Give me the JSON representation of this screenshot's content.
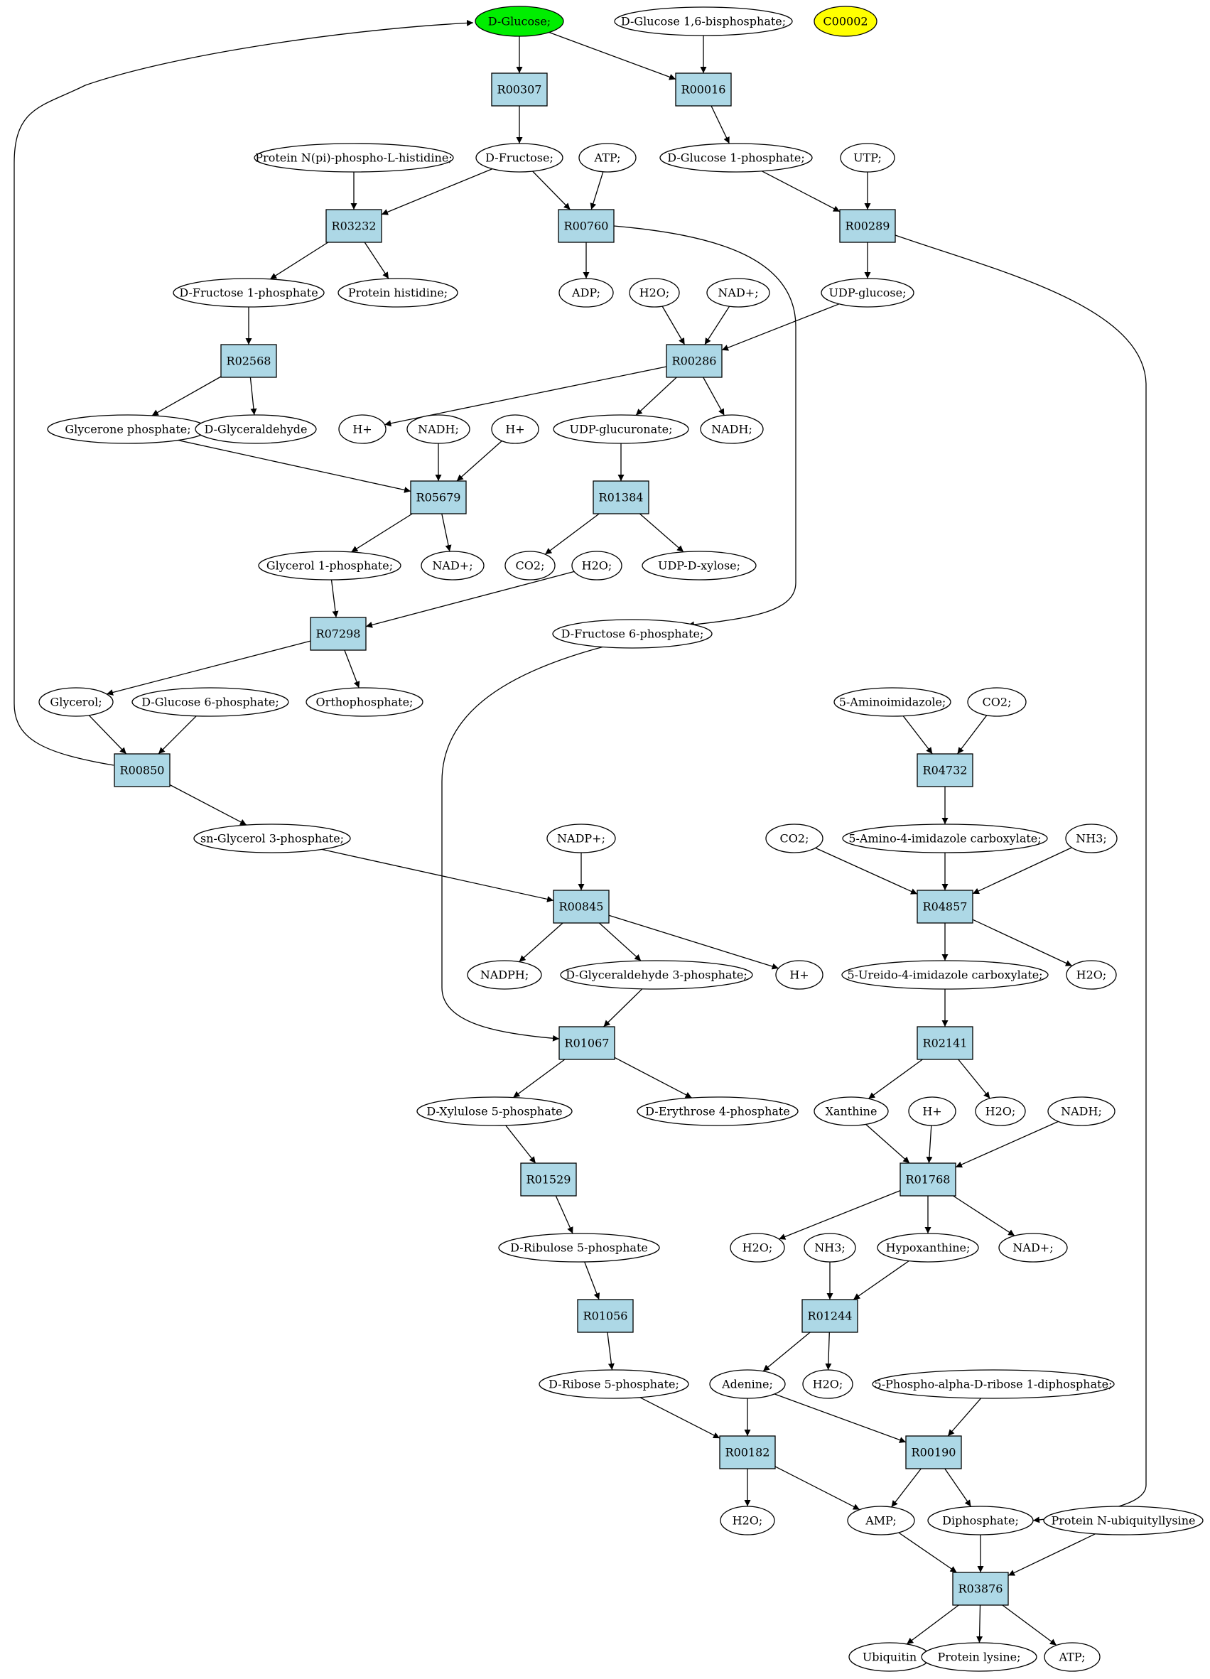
{
  "colors": {
    "reaction": "#add8e6",
    "start": "#00ee00",
    "highlight": "#ffff00",
    "compound": "#ffffff",
    "stroke": "#000000"
  },
  "compounds": [
    {
      "id": "glc",
      "label": "D-Glucose;",
      "style": "start"
    },
    {
      "id": "g16bp",
      "label": "D-Glucose 1,6-bisphosphate;"
    },
    {
      "id": "c2",
      "label": "C00002",
      "style": "highlight"
    },
    {
      "id": "pnph",
      "label": "Protein N(pi)-phospho-L-histidine;"
    },
    {
      "id": "fru",
      "label": "D-Fructose;"
    },
    {
      "id": "atp1",
      "label": "ATP;"
    },
    {
      "id": "g1p",
      "label": "D-Glucose 1-phosphate;"
    },
    {
      "id": "utp",
      "label": "UTP;"
    },
    {
      "id": "f1p",
      "label": "D-Fructose 1-phosphate"
    },
    {
      "id": "phis",
      "label": "Protein histidine;"
    },
    {
      "id": "adp",
      "label": "ADP;"
    },
    {
      "id": "h2o1",
      "label": "H2O;"
    },
    {
      "id": "nad1",
      "label": "NAD+;"
    },
    {
      "id": "udpg",
      "label": "UDP-glucose;"
    },
    {
      "id": "dhap",
      "label": "Glycerone phosphate;"
    },
    {
      "id": "gald",
      "label": "D-Glyceraldehyde"
    },
    {
      "id": "h1",
      "label": "H+"
    },
    {
      "id": "nadh1",
      "label": "NADH;"
    },
    {
      "id": "h2",
      "label": "H+"
    },
    {
      "id": "udpgluc",
      "label": "UDP-glucuronate;"
    },
    {
      "id": "nadh2",
      "label": "NADH;"
    },
    {
      "id": "gly1p",
      "label": "Glycerol 1-phosphate;"
    },
    {
      "id": "nad2",
      "label": "NAD+;"
    },
    {
      "id": "co2a",
      "label": "CO2;"
    },
    {
      "id": "h2o2",
      "label": "H2O;"
    },
    {
      "id": "udpx",
      "label": "UDP-D-xylose;"
    },
    {
      "id": "f6p",
      "label": "D-Fructose 6-phosphate;"
    },
    {
      "id": "glyc",
      "label": "Glycerol;"
    },
    {
      "id": "g6p",
      "label": "D-Glucose 6-phosphate;"
    },
    {
      "id": "pi",
      "label": "Orthophosphate;"
    },
    {
      "id": "aim",
      "label": "5-Aminoimidazole;"
    },
    {
      "id": "co2b",
      "label": "CO2;"
    },
    {
      "id": "sng3p",
      "label": "sn-Glycerol 3-phosphate;"
    },
    {
      "id": "nadp",
      "label": "NADP+;"
    },
    {
      "id": "co2c",
      "label": "CO2;"
    },
    {
      "id": "aica",
      "label": "5-Amino-4-imidazole carboxylate;"
    },
    {
      "id": "nh3a",
      "label": "NH3;"
    },
    {
      "id": "nadph",
      "label": "NADPH;"
    },
    {
      "id": "ga3p",
      "label": "D-Glyceraldehyde 3-phosphate;"
    },
    {
      "id": "h3",
      "label": "H+"
    },
    {
      "id": "uica",
      "label": "5-Ureido-4-imidazole carboxylate;"
    },
    {
      "id": "h2o3",
      "label": "H2O;"
    },
    {
      "id": "x5p",
      "label": "D-Xylulose 5-phosphate"
    },
    {
      "id": "e4p",
      "label": "D-Erythrose 4-phosphate"
    },
    {
      "id": "xan",
      "label": "Xanthine"
    },
    {
      "id": "h4",
      "label": "H+"
    },
    {
      "id": "h2o4",
      "label": "H2O;"
    },
    {
      "id": "nadh3",
      "label": "NADH;"
    },
    {
      "id": "ru5p",
      "label": "D-Ribulose 5-phosphate"
    },
    {
      "id": "h2o5",
      "label": "H2O;"
    },
    {
      "id": "nh3b",
      "label": "NH3;"
    },
    {
      "id": "hyp",
      "label": "Hypoxanthine;"
    },
    {
      "id": "nad3",
      "label": "NAD+;"
    },
    {
      "id": "r5p",
      "label": "D-Ribose 5-phosphate;"
    },
    {
      "id": "ade",
      "label": "Adenine;"
    },
    {
      "id": "h2o6",
      "label": "H2O;"
    },
    {
      "id": "prpp",
      "label": "5-Phospho-alpha-D-ribose 1-diphosphate;"
    },
    {
      "id": "h2o7",
      "label": "H2O;"
    },
    {
      "id": "amp",
      "label": "AMP;"
    },
    {
      "id": "ppi",
      "label": "Diphosphate;"
    },
    {
      "id": "pnub",
      "label": "Protein N-ubiquityllysine"
    },
    {
      "id": "ubq",
      "label": "Ubiquitin"
    },
    {
      "id": "plys",
      "label": "Protein lysine;"
    },
    {
      "id": "atp2",
      "label": "ATP;"
    }
  ],
  "reactions": [
    {
      "id": "R00307",
      "label": "R00307"
    },
    {
      "id": "R00016",
      "label": "R00016"
    },
    {
      "id": "R03232",
      "label": "R03232"
    },
    {
      "id": "R00760",
      "label": "R00760"
    },
    {
      "id": "R00289",
      "label": "R00289"
    },
    {
      "id": "R02568",
      "label": "R02568"
    },
    {
      "id": "R00286",
      "label": "R00286"
    },
    {
      "id": "R05679",
      "label": "R05679"
    },
    {
      "id": "R01384",
      "label": "R01384"
    },
    {
      "id": "R07298",
      "label": "R07298"
    },
    {
      "id": "R00850",
      "label": "R00850"
    },
    {
      "id": "R04732",
      "label": "R04732"
    },
    {
      "id": "R00845",
      "label": "R00845"
    },
    {
      "id": "R04857",
      "label": "R04857"
    },
    {
      "id": "R01067",
      "label": "R01067"
    },
    {
      "id": "R02141",
      "label": "R02141"
    },
    {
      "id": "R01529",
      "label": "R01529"
    },
    {
      "id": "R01768",
      "label": "R01768"
    },
    {
      "id": "R01056",
      "label": "R01056"
    },
    {
      "id": "R01244",
      "label": "R01244"
    },
    {
      "id": "R00182",
      "label": "R00182"
    },
    {
      "id": "R00190",
      "label": "R00190"
    },
    {
      "id": "R03876",
      "label": "R03876"
    }
  ],
  "edges": [
    [
      "glc",
      "R00307"
    ],
    [
      "glc",
      "R00016"
    ],
    [
      "g16bp",
      "R00016"
    ],
    [
      "R00307",
      "fru"
    ],
    [
      "R00016",
      "g1p"
    ],
    [
      "pnph",
      "R03232"
    ],
    [
      "fru",
      "R03232"
    ],
    [
      "fru",
      "R00760"
    ],
    [
      "atp1",
      "R00760"
    ],
    [
      "g1p",
      "R00289"
    ],
    [
      "utp",
      "R00289"
    ],
    [
      "R03232",
      "f1p"
    ],
    [
      "R03232",
      "phis"
    ],
    [
      "R00760",
      "adp"
    ],
    [
      "R00760",
      "f6p"
    ],
    [
      "R00289",
      "udpg"
    ],
    [
      "R00289",
      "ppi"
    ],
    [
      "f1p",
      "R02568"
    ],
    [
      "h2o1",
      "R00286"
    ],
    [
      "nad1",
      "R00286"
    ],
    [
      "udpg",
      "R00286"
    ],
    [
      "R02568",
      "dhap"
    ],
    [
      "R02568",
      "gald"
    ],
    [
      "R00286",
      "h1"
    ],
    [
      "R00286",
      "udpgluc"
    ],
    [
      "R00286",
      "nadh2"
    ],
    [
      "dhap",
      "R05679"
    ],
    [
      "nadh1",
      "R05679"
    ],
    [
      "h2",
      "R05679"
    ],
    [
      "udpgluc",
      "R01384"
    ],
    [
      "R05679",
      "gly1p"
    ],
    [
      "R05679",
      "nad2"
    ],
    [
      "R01384",
      "co2a"
    ],
    [
      "R01384",
      "udpx"
    ],
    [
      "gly1p",
      "R07298"
    ],
    [
      "h2o2",
      "R07298"
    ],
    [
      "R07298",
      "glyc"
    ],
    [
      "R07298",
      "pi"
    ],
    [
      "glyc",
      "R00850"
    ],
    [
      "g6p",
      "R00850"
    ],
    [
      "R00850",
      "glc"
    ],
    [
      "R00850",
      "sng3p"
    ],
    [
      "aim",
      "R04732"
    ],
    [
      "co2b",
      "R04732"
    ],
    [
      "R04732",
      "aica"
    ],
    [
      "sng3p",
      "R00845"
    ],
    [
      "nadp",
      "R00845"
    ],
    [
      "R00845",
      "nadph"
    ],
    [
      "R00845",
      "ga3p"
    ],
    [
      "R00845",
      "h3"
    ],
    [
      "co2c",
      "R04857"
    ],
    [
      "aica",
      "R04857"
    ],
    [
      "nh3a",
      "R04857"
    ],
    [
      "R04857",
      "uica"
    ],
    [
      "R04857",
      "h2o3"
    ],
    [
      "ga3p",
      "R01067"
    ],
    [
      "f6p",
      "R01067"
    ],
    [
      "R01067",
      "x5p"
    ],
    [
      "R01067",
      "e4p"
    ],
    [
      "uica",
      "R02141"
    ],
    [
      "R02141",
      "xan"
    ],
    [
      "R02141",
      "h2o4"
    ],
    [
      "x5p",
      "R01529"
    ],
    [
      "R01529",
      "ru5p"
    ],
    [
      "xan",
      "R01768"
    ],
    [
      "h4",
      "R01768"
    ],
    [
      "nadh3",
      "R01768"
    ],
    [
      "R01768",
      "h2o5"
    ],
    [
      "R01768",
      "hyp"
    ],
    [
      "R01768",
      "nad3"
    ],
    [
      "ru5p",
      "R01056"
    ],
    [
      "R01056",
      "r5p"
    ],
    [
      "nh3b",
      "R01244"
    ],
    [
      "hyp",
      "R01244"
    ],
    [
      "R01244",
      "ade"
    ],
    [
      "R01244",
      "h2o6"
    ],
    [
      "r5p",
      "R00182"
    ],
    [
      "ade",
      "R00182"
    ],
    [
      "ade",
      "R00190"
    ],
    [
      "prpp",
      "R00190"
    ],
    [
      "R00182",
      "h2o7"
    ],
    [
      "R00182",
      "amp"
    ],
    [
      "R00190",
      "amp"
    ],
    [
      "R00190",
      "ppi"
    ],
    [
      "amp",
      "R03876"
    ],
    [
      "ppi",
      "R03876"
    ],
    [
      "pnub",
      "R03876"
    ],
    [
      "R03876",
      "ubq"
    ],
    [
      "R03876",
      "plys"
    ],
    [
      "R03876",
      "atp2"
    ]
  ]
}
